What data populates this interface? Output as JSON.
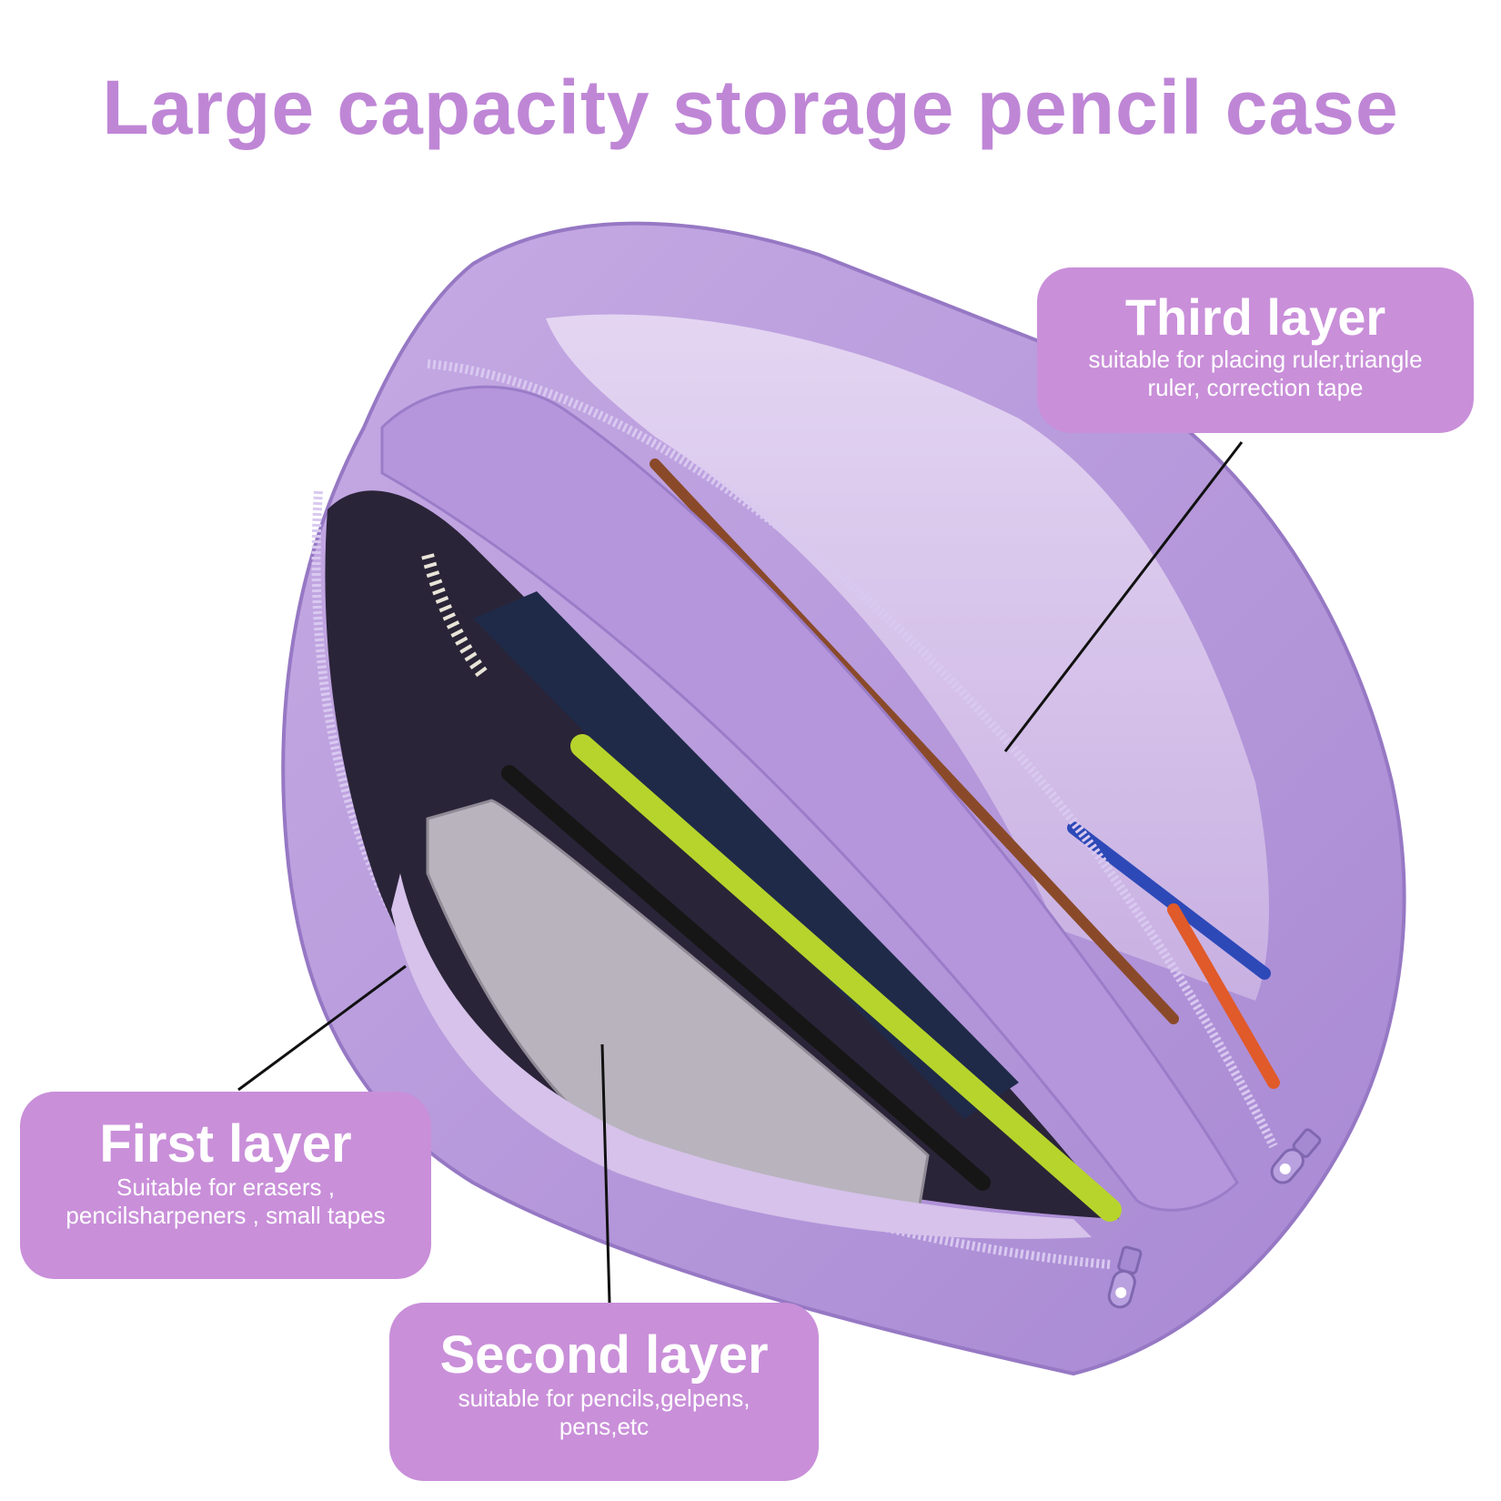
{
  "title": "Large capacity storage pencil case",
  "colors": {
    "accent": "#c98fd9",
    "title": "#bf86d6",
    "case_fabric": "#b79ad9",
    "case_shadow": "#8e6fbf",
    "lining": "#d6c2ea",
    "background": "#ffffff"
  },
  "callouts": {
    "third": {
      "heading": "Third layer",
      "desc_line1": "suitable for placing ruler,triangle",
      "desc_line2": "ruler, correction tape"
    },
    "first": {
      "heading": "First layer",
      "desc_line1": "Suitable for erasers ,",
      "desc_line2": "pencilsharpeners , small tapes"
    },
    "second": {
      "heading": "Second layer",
      "desc_line1": "suitable for pencils,gelpens,",
      "desc_line2": "pens,etc"
    }
  },
  "product_image": {
    "subject": "purple three-layer zippered pencil case, opened, holding pens, pencils, notebook and a pencil box"
  }
}
